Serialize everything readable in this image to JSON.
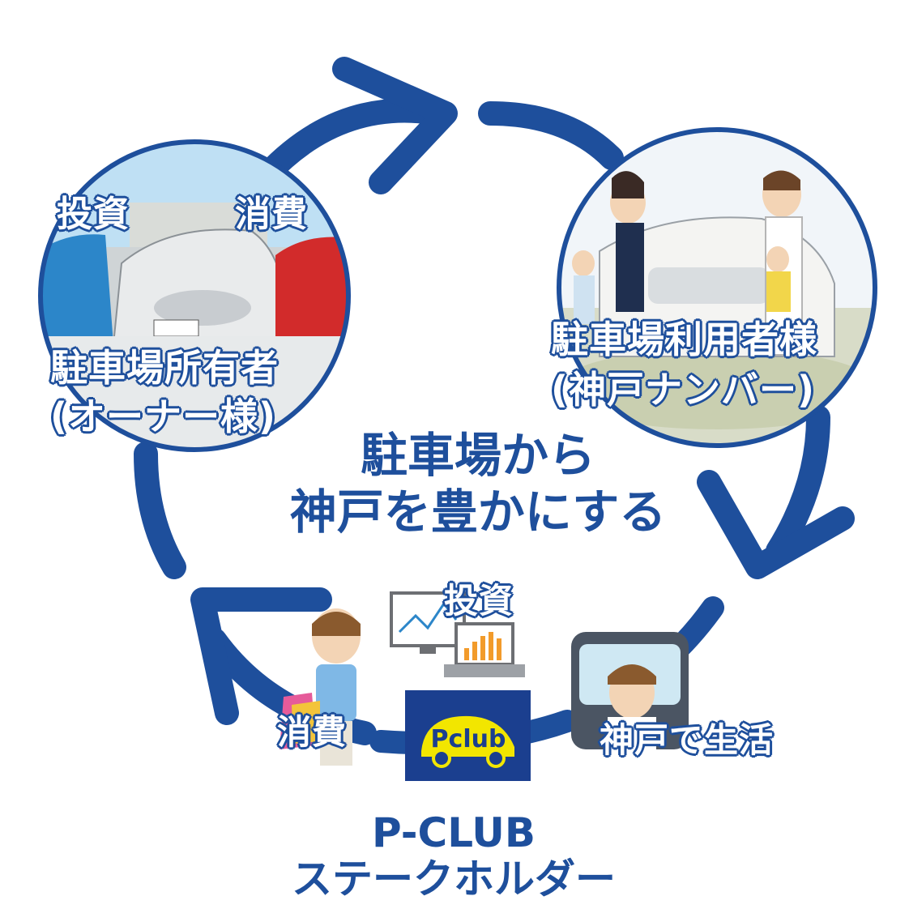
{
  "owner_circle": {
    "invest_label": "投資",
    "consume_label": "消費",
    "title_line1": "駐車場所有者",
    "title_line2": "(オーナー様)"
  },
  "user_circle": {
    "title_line1": "駐車場利用者様",
    "title_line2": "(神戸ナンバー)"
  },
  "center": {
    "line1": "駐車場から",
    "line2": "神戸を豊かにする"
  },
  "stakeholder": {
    "invest_label": "投資",
    "consume_label": "消費",
    "living_label": "神戸で生活",
    "logo_text": "Pclub",
    "title_line1": "P-CLUB",
    "title_line2": "ステークホルダー"
  },
  "colors": {
    "brand_blue": "#1e4f9c",
    "logo_yellow": "#f2e600",
    "logo_navy": "#1b3f8f"
  }
}
